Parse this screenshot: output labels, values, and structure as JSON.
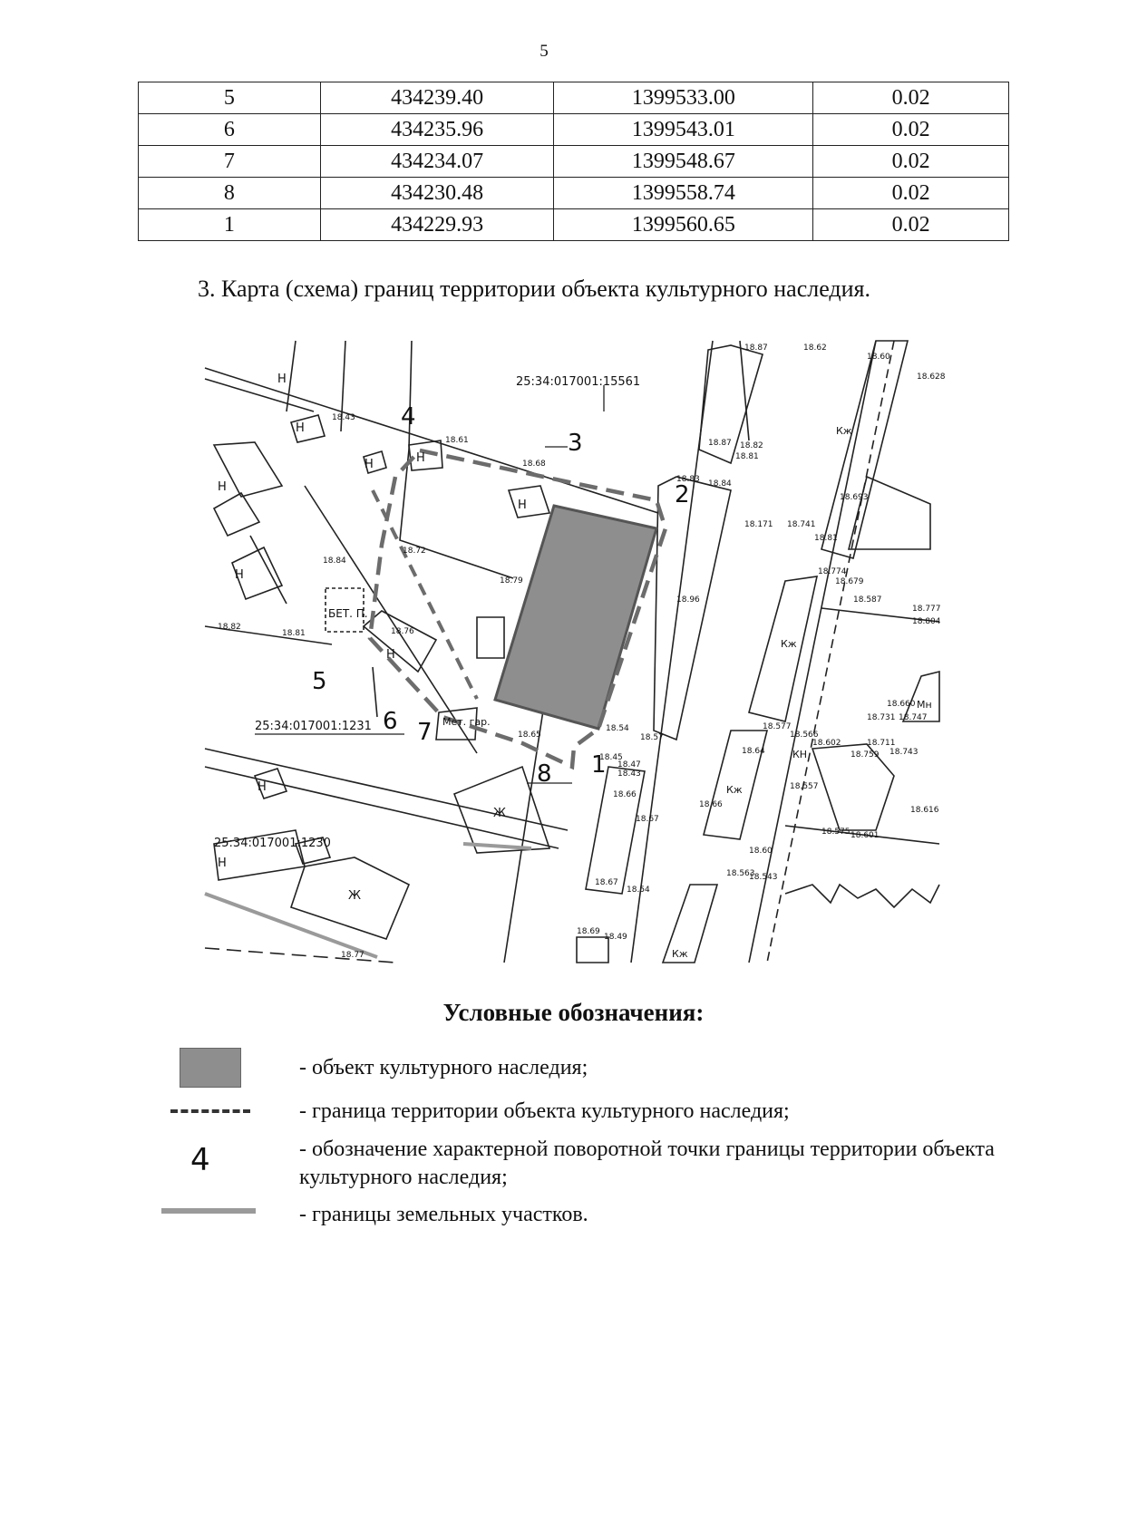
{
  "page_number": "5",
  "coordinates_table": {
    "rows": [
      [
        "5",
        "434239.40",
        "1399533.00",
        "0.02"
      ],
      [
        "6",
        "434235.96",
        "1399543.01",
        "0.02"
      ],
      [
        "7",
        "434234.07",
        "1399548.67",
        "0.02"
      ],
      [
        "8",
        "434230.48",
        "1399558.74",
        "0.02"
      ],
      [
        "1",
        "434229.93",
        "1399560.65",
        "0.02"
      ]
    ]
  },
  "section_title": "3. Карта (схема) границ территории объекта культурного наследия.",
  "map": {
    "cadastral_numbers": [
      "25:34:017001:15561",
      "25:34:017001:1231",
      "25:34:017001:1230"
    ],
    "boundary_points": [
      "1",
      "2",
      "3",
      "4",
      "5",
      "6",
      "7",
      "8"
    ],
    "building_labels": [
      "Н",
      "Н",
      "Н",
      "Н",
      "Н",
      "Н",
      "Н",
      "Н",
      "Н",
      "Н",
      "Ж",
      "Ж",
      "Кж",
      "Кж",
      "Кж",
      "Кж",
      "КН",
      "Мн",
      "БЕТ. П.",
      "Мет. гар."
    ],
    "elevations": [
      "18.43",
      "18.61",
      "18.68",
      "18.72",
      "18.79",
      "18.84",
      "18.76",
      "18.81",
      "18.96",
      "18.54",
      "18.57",
      "18.45",
      "18.47",
      "18.43",
      "18.66",
      "18.67",
      "18.67",
      "18.54",
      "18.69",
      "18.49",
      "18.66",
      "18.83",
      "18.84",
      "18.82",
      "18.81",
      "18.87",
      "18.87",
      "18.62",
      "18.60",
      "18.628",
      "18.693",
      "18.741",
      "18.81",
      "18.774",
      "18.679",
      "18.587",
      "18.777",
      "18.804",
      "18.660",
      "18.747",
      "18.731",
      "18.577",
      "18.566",
      "18.602",
      "18.711",
      "18.759",
      "18.743",
      "18.557",
      "18.575",
      "18.601",
      "18.616",
      "18.64",
      "18.563",
      "18.543",
      "18.171",
      "18.60",
      "18.65",
      "18.82",
      "18.77"
    ],
    "colors": {
      "object_fill": "#8e8e8e",
      "line": "#222222",
      "parcel_line": "#9a9a9a"
    }
  },
  "legend": {
    "title": "Условные обозначения:",
    "items": [
      {
        "symbol": "gray-filled-rectangle",
        "text": "- объект культурного наследия;"
      },
      {
        "symbol": "dashed-line",
        "text": "- граница территории объекта культурного наследия;"
      },
      {
        "symbol": "point-number",
        "label": "4",
        "text": "- обозначение характерной поворотной точки границы территории объекта культурного наследия;"
      },
      {
        "symbol": "gray-solid-line",
        "text": "- границы земельных участков."
      }
    ]
  }
}
